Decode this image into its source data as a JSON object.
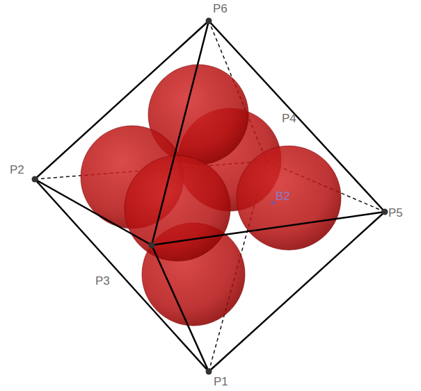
{
  "diagram": {
    "labels": [
      "P6",
      "P2",
      "P4",
      "P5",
      "P3",
      "P1",
      "B2"
    ]
  }
}
